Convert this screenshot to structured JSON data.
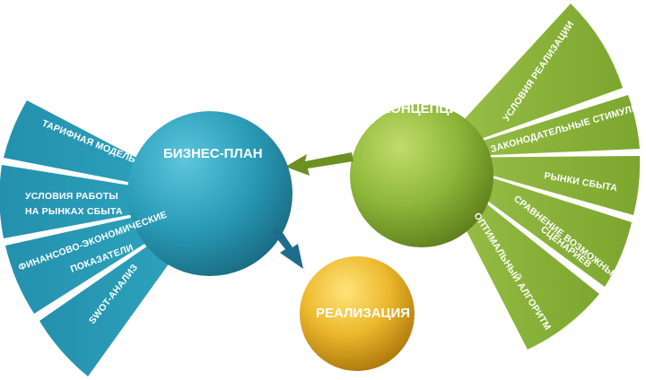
{
  "diagram": {
    "concept": {
      "title": "КОНЦЕПЦИЯ",
      "items": [
        "УСЛОВИЯ РЕАЛИЗАЦИИ",
        "ЗАКОНОДАТЕЛЬНЫЕ СТИМУЛЫ",
        "РЫНКИ СБЫТА",
        "СРАВНЕНИЕ ВОЗМОЖНЫХ",
        "СЦЕНАРИЕВ",
        "ОПТИМАЛЬНЫЙ АЛГОРИТМ"
      ],
      "colors": {
        "light": "#a8c64a",
        "dark": "#6e8f22",
        "fan": "#8db63a"
      }
    },
    "business_plan": {
      "title": "БИЗНЕС-ПЛАН",
      "items": [
        "ТАРИФНАЯ МОДЕЛЬ",
        "УСЛОВИЯ РАБОТЫ",
        "НА РЫНКАХ СБЫТА",
        "ФИНАНСОВО-ЭКОНОМИЧЕСКИЕ",
        "ПОКАЗАТЕЛИ",
        "SWOT-АНАЛИЗ"
      ],
      "colors": {
        "light": "#3db0c8",
        "dark": "#1d7f96",
        "fan": "#2aa5bf"
      }
    },
    "realization": {
      "title": "РЕАЛИЗАЦИЯ",
      "colors": {
        "light": "#f0c33a",
        "dark": "#b4830f"
      }
    },
    "arrow_colors": {
      "green": "#6e8f22",
      "blue": "#1f6d8e"
    }
  }
}
